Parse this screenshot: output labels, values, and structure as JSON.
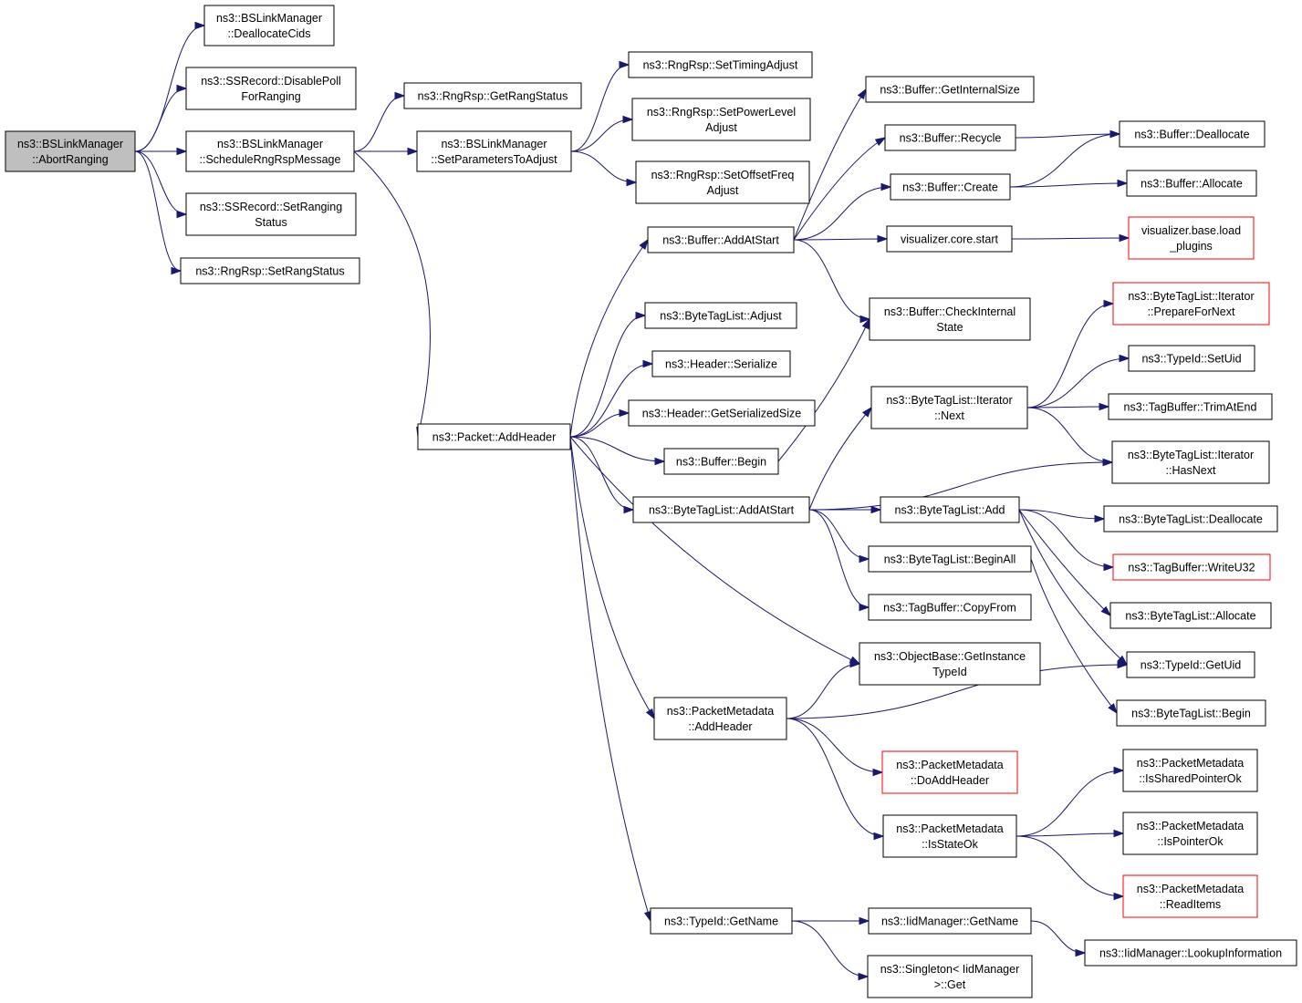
{
  "nodes": {
    "n0": {
      "lines": [
        "ns3::BSLinkManager",
        "::AbortRanging"
      ],
      "root": true
    },
    "n1": {
      "lines": [
        "ns3::BSLinkManager",
        "::DeallocateCids"
      ]
    },
    "n2": {
      "lines": [
        "ns3::SSRecord::DisablePoll",
        "ForRanging"
      ]
    },
    "n3": {
      "lines": [
        "ns3::BSLinkManager",
        "::ScheduleRngRspMessage"
      ]
    },
    "n4": {
      "lines": [
        "ns3::SSRecord::SetRanging",
        "Status"
      ]
    },
    "n5": {
      "lines": [
        "ns3::RngRsp::SetRangStatus"
      ]
    },
    "n6": {
      "lines": [
        "ns3::RngRsp::GetRangStatus"
      ]
    },
    "n7": {
      "lines": [
        "ns3::BSLinkManager",
        "::SetParametersToAdjust"
      ]
    },
    "n8": {
      "lines": [
        "ns3::Packet::AddHeader"
      ]
    },
    "n9": {
      "lines": [
        "ns3::RngRsp::SetTimingAdjust"
      ]
    },
    "n10": {
      "lines": [
        "ns3::RngRsp::SetPowerLevel",
        "Adjust"
      ]
    },
    "n11": {
      "lines": [
        "ns3::RngRsp::SetOffsetFreq",
        "Adjust"
      ]
    },
    "n12": {
      "lines": [
        "ns3::Buffer::AddAtStart"
      ]
    },
    "n13": {
      "lines": [
        "ns3::ByteTagList::Adjust"
      ]
    },
    "n14": {
      "lines": [
        "ns3::Header::Serialize"
      ]
    },
    "n15": {
      "lines": [
        "ns3::Header::GetSerializedSize"
      ]
    },
    "n16": {
      "lines": [
        "ns3::Buffer::Begin"
      ]
    },
    "n17": {
      "lines": [
        "ns3::ByteTagList::AddAtStart"
      ]
    },
    "n18": {
      "lines": [
        "ns3::ObjectBase::GetInstance",
        "TypeId"
      ]
    },
    "n19": {
      "lines": [
        "ns3::PacketMetadata",
        "::AddHeader"
      ]
    },
    "n20": {
      "lines": [
        "ns3::TypeId::GetName"
      ]
    },
    "n21": {
      "lines": [
        "ns3::Buffer::GetInternalSize"
      ]
    },
    "n22": {
      "lines": [
        "ns3::Buffer::Recycle"
      ]
    },
    "n23": {
      "lines": [
        "ns3::Buffer::Create"
      ]
    },
    "n24": {
      "lines": [
        "visualizer.core.start"
      ]
    },
    "n25": {
      "lines": [
        "ns3::Buffer::CheckInternal",
        "State"
      ]
    },
    "n26": {
      "lines": [
        "ns3::ByteTagList::Iterator",
        "::Next"
      ]
    },
    "n27": {
      "lines": [
        "ns3::ByteTagList::Add"
      ]
    },
    "n28": {
      "lines": [
        "ns3::ByteTagList::BeginAll"
      ]
    },
    "n29": {
      "lines": [
        "ns3::TagBuffer::CopyFrom"
      ]
    },
    "n30": {
      "lines": [
        "ns3::PacketMetadata",
        "::DoAddHeader"
      ],
      "external": true
    },
    "n31": {
      "lines": [
        "ns3::PacketMetadata",
        "::IsStateOk"
      ]
    },
    "n32": {
      "lines": [
        "ns3::IidManager::GetName"
      ]
    },
    "n33": {
      "lines": [
        "ns3::Singleton< IidManager",
        ">::Get"
      ]
    },
    "n34": {
      "lines": [
        "ns3::Buffer::Deallocate"
      ]
    },
    "n35": {
      "lines": [
        "ns3::Buffer::Allocate"
      ]
    },
    "n36": {
      "lines": [
        "visualizer.base.load",
        "_plugins"
      ],
      "external": true
    },
    "n37": {
      "lines": [
        "ns3::ByteTagList::Iterator",
        "::PrepareForNext"
      ],
      "external": true
    },
    "n38": {
      "lines": [
        "ns3::TypeId::SetUid"
      ]
    },
    "n39": {
      "lines": [
        "ns3::TagBuffer::TrimAtEnd"
      ]
    },
    "n40": {
      "lines": [
        "ns3::ByteTagList::Iterator",
        "::HasNext"
      ]
    },
    "n41": {
      "lines": [
        "ns3::ByteTagList::Deallocate"
      ]
    },
    "n42": {
      "lines": [
        "ns3::TagBuffer::WriteU32"
      ],
      "external": true
    },
    "n43": {
      "lines": [
        "ns3::ByteTagList::Allocate"
      ]
    },
    "n44": {
      "lines": [
        "ns3::TypeId::GetUid"
      ]
    },
    "n45": {
      "lines": [
        "ns3::ByteTagList::Begin"
      ]
    },
    "n46": {
      "lines": [
        "ns3::PacketMetadata",
        "::IsSharedPointerOk"
      ]
    },
    "n47": {
      "lines": [
        "ns3::PacketMetadata",
        "::IsPointerOk"
      ]
    },
    "n48": {
      "lines": [
        "ns3::PacketMetadata",
        "::ReadItems"
      ],
      "external": true
    },
    "n49": {
      "lines": [
        "ns3::IidManager::LookupInformation"
      ]
    }
  },
  "edges": [
    [
      "n0",
      "n1"
    ],
    [
      "n0",
      "n2"
    ],
    [
      "n0",
      "n3"
    ],
    [
      "n0",
      "n4"
    ],
    [
      "n0",
      "n5"
    ],
    [
      "n3",
      "n6"
    ],
    [
      "n3",
      "n7"
    ],
    [
      "n3",
      "n8"
    ],
    [
      "n7",
      "n9"
    ],
    [
      "n7",
      "n10"
    ],
    [
      "n7",
      "n11"
    ],
    [
      "n8",
      "n12"
    ],
    [
      "n8",
      "n13"
    ],
    [
      "n8",
      "n14"
    ],
    [
      "n8",
      "n15"
    ],
    [
      "n8",
      "n16"
    ],
    [
      "n8",
      "n17"
    ],
    [
      "n8",
      "n18"
    ],
    [
      "n8",
      "n19"
    ],
    [
      "n8",
      "n20"
    ],
    [
      "n12",
      "n21"
    ],
    [
      "n12",
      "n22"
    ],
    [
      "n12",
      "n23"
    ],
    [
      "n12",
      "n24"
    ],
    [
      "n12",
      "n25"
    ],
    [
      "n22",
      "n34"
    ],
    [
      "n23",
      "n34"
    ],
    [
      "n23",
      "n35"
    ],
    [
      "n24",
      "n36"
    ],
    [
      "n16",
      "n25"
    ],
    [
      "n17",
      "n26"
    ],
    [
      "n17",
      "n40"
    ],
    [
      "n17",
      "n27"
    ],
    [
      "n17",
      "n28"
    ],
    [
      "n17",
      "n29"
    ],
    [
      "n26",
      "n37"
    ],
    [
      "n26",
      "n38"
    ],
    [
      "n26",
      "n39"
    ],
    [
      "n26",
      "n40"
    ],
    [
      "n27",
      "n41"
    ],
    [
      "n27",
      "n42"
    ],
    [
      "n27",
      "n43"
    ],
    [
      "n27",
      "n44"
    ],
    [
      "n28",
      "n45"
    ],
    [
      "n19",
      "n18"
    ],
    [
      "n19",
      "n44"
    ],
    [
      "n19",
      "n30"
    ],
    [
      "n19",
      "n31"
    ],
    [
      "n31",
      "n46"
    ],
    [
      "n31",
      "n47"
    ],
    [
      "n31",
      "n48"
    ],
    [
      "n20",
      "n32"
    ],
    [
      "n20",
      "n33"
    ],
    [
      "n32",
      "n49"
    ]
  ]
}
